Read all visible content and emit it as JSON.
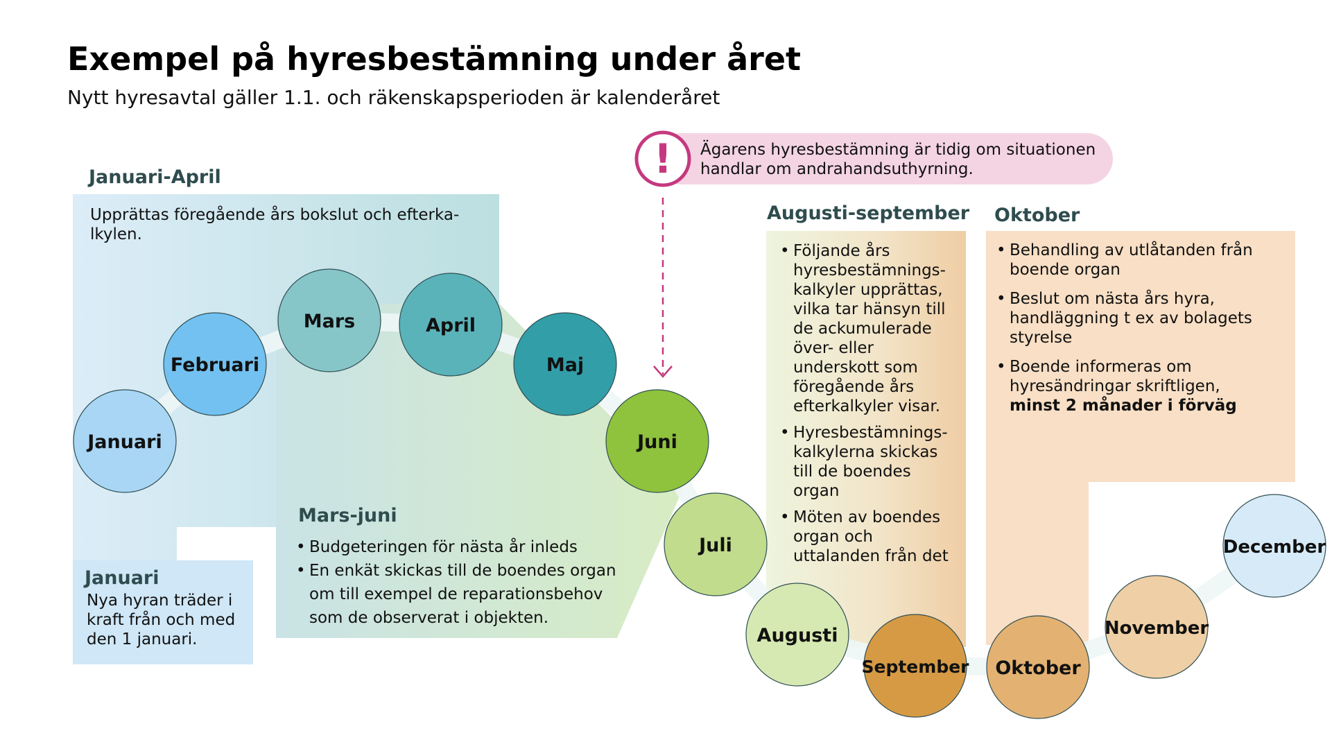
{
  "header": {
    "title": "Exempel på hyresbestämning under året",
    "subtitle": "Nytt hyresavtal gäller 1.1. och räkenskapsperioden är kalenderåret"
  },
  "notice": {
    "icon": "exclamation-icon",
    "text_line1": "Ägarens hyresbestämning är tidig om situationen",
    "text_line2": "handlar om andrahandsuthyrning.",
    "accent_color": "#c5387f",
    "bg_color": "#f4d4e3"
  },
  "sections": {
    "jan_apr": {
      "heading": "Januari-April",
      "line1": "Upprättas föregående års bokslut och efterka-",
      "line2": "lkylen."
    },
    "januari": {
      "heading": "Januari",
      "line1": "Nya hyran träder i",
      "line2": "kraft från och med",
      "line3": "den 1 januari."
    },
    "mars_juni": {
      "heading": "Mars-juni",
      "b1": "Budgeteringen för nästa år inleds",
      "b2_l1": "En enkät skickas till de boendes organ",
      "b2_l2": "om till exempel de reparationsbehov",
      "b2_l3": "som de observerat i objekten."
    },
    "aug_sep": {
      "heading": "Augusti-september",
      "b1": [
        "Följande års",
        "hyresbestämnings-",
        "kalkyler upprättas,",
        "vilka tar hänsyn till",
        "de ackumulerade",
        "över- eller",
        "underskott som",
        "föregående års",
        "efterkalkyler visar."
      ],
      "b2": [
        "Hyresbestämnings-",
        "kalkylerna skickas",
        "till de boendes",
        "organ"
      ],
      "b3": [
        "Möten av boendes",
        "organ och",
        "uttalanden från det"
      ]
    },
    "oktober": {
      "heading": "Oktober",
      "b1": [
        "Behandling av utlåtanden från",
        "boende organ"
      ],
      "b2": [
        "Beslut om nästa års hyra,",
        "handläggning t ex av bolagets",
        "styrelse"
      ],
      "b3": [
        "Boende informeras om",
        "hyresändringar skriftligen,"
      ],
      "b3_bold": "minst 2 månader i förväg"
    }
  },
  "months": [
    {
      "label": "Januari",
      "color": "#a9d6f5"
    },
    {
      "label": "Februari",
      "color": "#72c1f0"
    },
    {
      "label": "Mars",
      "color": "#86c6c9"
    },
    {
      "label": "April",
      "color": "#5bb3ba"
    },
    {
      "label": "Maj",
      "color": "#329ea8"
    },
    {
      "label": "Juni",
      "color": "#8fc23d"
    },
    {
      "label": "Juli",
      "color": "#c1dc8c"
    },
    {
      "label": "Augusti",
      "color": "#d7e9b2"
    },
    {
      "label": "September",
      "color": "#d69a45"
    },
    {
      "label": "Oktober",
      "color": "#e3b272"
    },
    {
      "label": "November",
      "color": "#efcfa5"
    },
    {
      "label": "December",
      "color": "#d7eaf8"
    }
  ]
}
